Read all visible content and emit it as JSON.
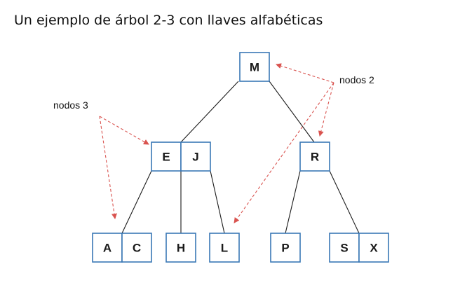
{
  "title": "Un ejemplo de árbol 2-3 con llaves alfabéticas",
  "labels": {
    "nodos3": "nodos 3",
    "nodos2": "nodos 2"
  },
  "nodes": {
    "root": [
      "M"
    ],
    "left": [
      "E",
      "J"
    ],
    "right": [
      "R"
    ],
    "leaf_ac": [
      "A",
      "C"
    ],
    "leaf_h": [
      "H"
    ],
    "leaf_l": [
      "L"
    ],
    "leaf_p": [
      "P"
    ],
    "leaf_sx": [
      "S",
      "X"
    ]
  },
  "colors": {
    "node_border": "#3a78b5",
    "edge": "#1a1a1a",
    "pointer": "#d9534f"
  }
}
